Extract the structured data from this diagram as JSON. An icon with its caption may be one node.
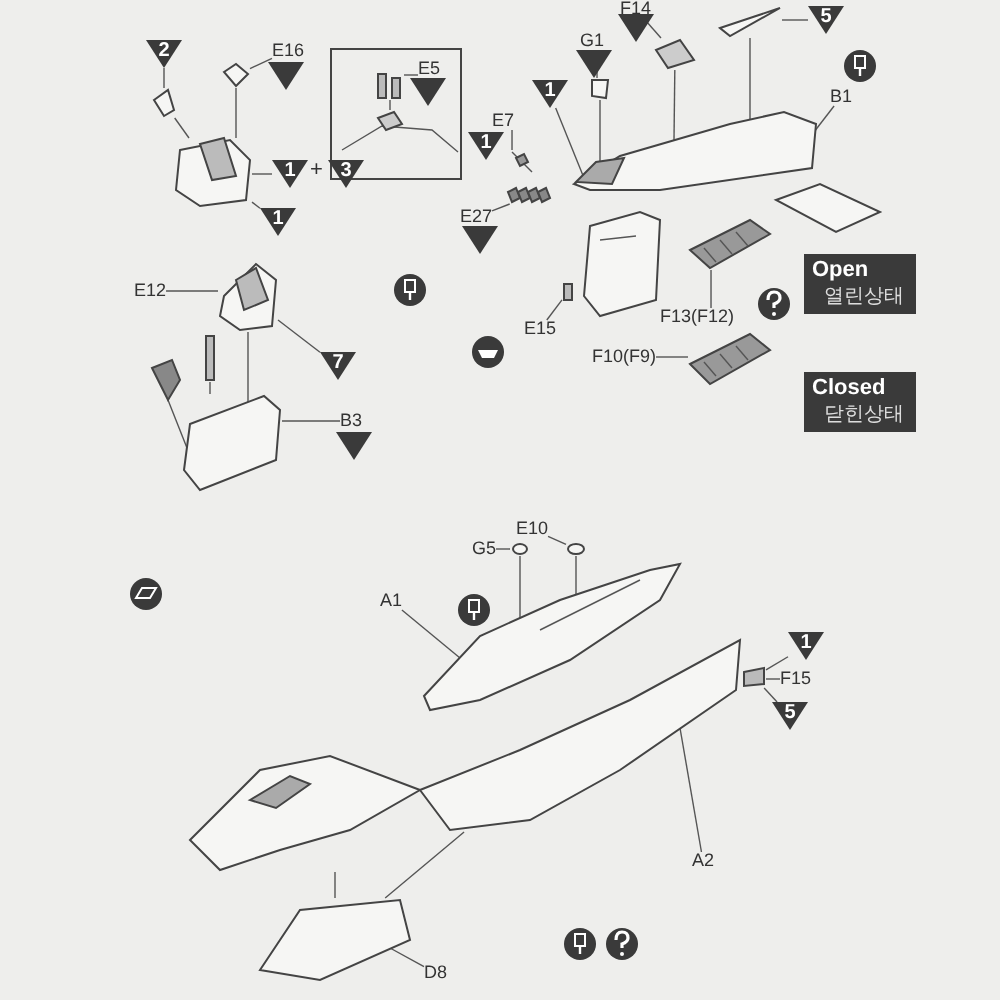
{
  "diagram": {
    "nodes": [
      {
        "text": [
          "2"
        ]
      },
      {
        "text": [],
        "shape": "picture"
      },
      {
        "text": [
          "E16"
        ]
      },
      {
        "text": [],
        "shape": "triangle"
      },
      {
        "text": [],
        "shape": "picture"
      },
      {
        "text": [],
        "shape": "box"
      },
      {
        "text": [
          "E5"
        ],
        "in": 5
      },
      {
        "text": [],
        "shape": "triangle",
        "in": 5
      },
      {
        "text": [],
        "shape": "picture",
        "in": 5
      },
      {
        "text": [],
        "shape": "picture",
        "in": 5
      },
      {
        "text": [
          "1"
        ]
      },
      {
        "text": [
          "3"
        ]
      },
      {
        "text": [],
        "shape": "picture"
      },
      {
        "text": [
          "1"
        ]
      },
      {
        "text": [
          "E7"
        ]
      },
      {
        "text": [
          "1"
        ]
      },
      {
        "text": [],
        "shape": "picture"
      },
      {
        "text": [
          "E27"
        ]
      },
      {
        "text": [],
        "shape": "triangle"
      },
      {
        "text": [],
        "shape": "picture"
      },
      {
        "text": [
          "F14"
        ]
      },
      {
        "text": [],
        "shape": "triangle"
      },
      {
        "text": [],
        "shape": "picture"
      },
      {
        "text": [],
        "shape": "picture"
      },
      {
        "text": [
          "5"
        ]
      },
      {
        "text": [
          "G1"
        ]
      },
      {
        "text": [],
        "shape": "triangle"
      },
      {
        "text": [],
        "shape": "box"
      },
      {
        "text": [
          "1"
        ]
      },
      {
        "text": [
          "B1"
        ]
      },
      {
        "text": [],
        "shape": "picture"
      },
      {
        "text": [],
        "shape": "picture"
      },
      {
        "text": [
          "E12"
        ]
      },
      {
        "text": [],
        "shape": "bar"
      },
      {
        "text": [],
        "shape": "picture"
      },
      {
        "text": [
          "7"
        ]
      },
      {
        "text": [],
        "shape": "picture"
      },
      {
        "text": [
          "B3"
        ]
      },
      {
        "text": [],
        "shape": "triangle"
      },
      {
        "text": [],
        "shape": "picture"
      },
      {
        "text": [
          "E15"
        ]
      },
      {
        "text": [],
        "shape": "bar"
      },
      {
        "text": [],
        "shape": "picture"
      },
      {
        "text": [
          "F13(F12)"
        ]
      },
      {
        "text": [
          "Open",
          "열린상태"
        ]
      },
      {
        "text": [
          "F10(F9)"
        ]
      },
      {
        "text": [],
        "shape": "picture"
      },
      {
        "text": [
          "Closed",
          "닫힌상태"
        ]
      },
      {
        "text": [
          "G5"
        ]
      },
      {
        "text": [],
        "shape": "circle"
      },
      {
        "text": [
          "E10"
        ]
      },
      {
        "text": [],
        "shape": "circle"
      },
      {
        "text": [
          "A1"
        ]
      },
      {
        "text": [],
        "shape": "picture"
      },
      {
        "text": [
          "1"
        ]
      },
      {
        "text": [
          "F15"
        ]
      },
      {
        "text": [],
        "shape": "bar"
      },
      {
        "text": [
          "5"
        ]
      },
      {
        "text": [],
        "shape": "picture"
      },
      {
        "text": [],
        "shape": "picture"
      },
      {
        "text": [
          "A2"
        ]
      },
      {
        "text": [],
        "shape": "picture"
      },
      {
        "text": [
          "D8"
        ]
      }
    ],
    "edges": [
      {
        "from": 0,
        "to": 1,
        "arrow": "none"
      },
      {
        "from": 1,
        "to": 12,
        "arrow": "none"
      },
      {
        "from": 2,
        "to": 4,
        "arrow": "none"
      },
      {
        "from": 4,
        "to": 12,
        "arrow": "none"
      },
      {
        "from": 6,
        "to": 8,
        "arrow": "none"
      },
      {
        "from": 8,
        "to": 9,
        "arrow": "none"
      },
      {
        "from": 10,
        "to": 12,
        "arrow": "none"
      },
      {
        "from": 13,
        "to": 12,
        "arrow": "none"
      },
      {
        "from": 14,
        "to": 16,
        "arrow": "none"
      },
      {
        "from": 17,
        "to": 19,
        "arrow": "none"
      },
      {
        "from": 20,
        "to": 22,
        "arrow": "none"
      },
      {
        "from": 22,
        "to": 30,
        "arrow": "none"
      },
      {
        "from": 24,
        "to": 23,
        "arrow": "none"
      },
      {
        "from": 23,
        "to": 30,
        "arrow": "none"
      },
      {
        "from": 25,
        "to": 27,
        "arrow": "none"
      },
      {
        "from": 27,
        "to": 30,
        "arrow": "none"
      },
      {
        "from": 28,
        "to": 30,
        "arrow": "none"
      },
      {
        "from": 29,
        "to": 30,
        "arrow": "none"
      },
      {
        "from": 32,
        "to": 34,
        "arrow": "none"
      },
      {
        "from": 33,
        "to": 39,
        "arrow": "none"
      },
      {
        "from": 34,
        "to": 39,
        "arrow": "none"
      },
      {
        "from": 35,
        "to": 34,
        "arrow": "none"
      },
      {
        "from": 36,
        "to": 39,
        "arrow": "none"
      },
      {
        "from": 37,
        "to": 39,
        "arrow": "none"
      },
      {
        "from": 40,
        "to": 41,
        "arrow": "none"
      },
      {
        "from": 43,
        "to": 42,
        "arrow": "none"
      },
      {
        "from": 45,
        "to": 46,
        "arrow": "none"
      },
      {
        "from": 50,
        "to": 51,
        "arrow": "none"
      },
      {
        "from": 51,
        "to": 53,
        "arrow": "none"
      },
      {
        "from": 48,
        "to": 49,
        "arrow": "none"
      },
      {
        "from": 49,
        "to": 53,
        "arrow": "none"
      },
      {
        "from": 52,
        "to": 53,
        "arrow": "none"
      },
      {
        "from": 54,
        "to": 56,
        "arrow": "none"
      },
      {
        "from": 55,
        "to": 56,
        "arrow": "none"
      },
      {
        "from": 57,
        "to": 56,
        "arrow": "none"
      },
      {
        "from": 58,
        "to": 61,
        "arrow": "none"
      },
      {
        "from": 59,
        "to": 61,
        "arrow": "none"
      },
      {
        "from": 60,
        "to": 59,
        "arrow": "none"
      },
      {
        "from": 62,
        "to": 61,
        "arrow": "none"
      }
    ],
    "labels": [
      "+"
    ]
  }
}
